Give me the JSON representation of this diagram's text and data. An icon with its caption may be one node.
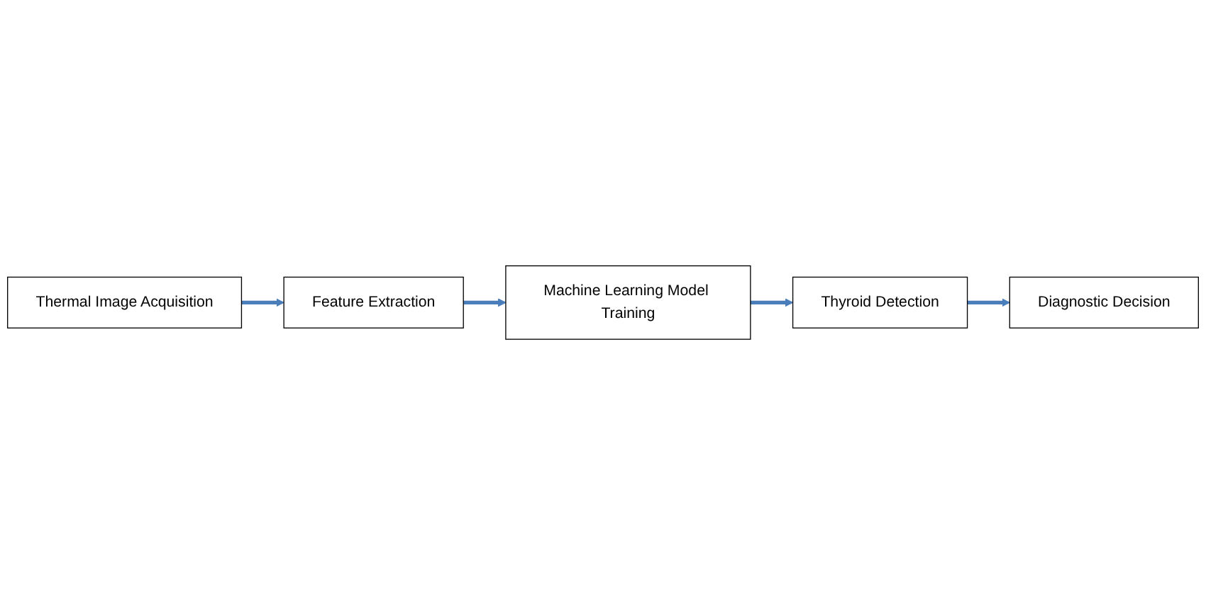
{
  "diagram": {
    "nodes": [
      {
        "text": [
          "Thermal Image Acquisition"
        ]
      },
      {
        "text": [
          "Feature Extraction"
        ]
      },
      {
        "text": [
          "Machine Learning Model Training"
        ]
      },
      {
        "text": [
          "Thyroid Detection"
        ]
      },
      {
        "text": [
          "Diagnostic Decision"
        ]
      }
    ],
    "edges": [
      {
        "from": 0,
        "to": 1,
        "arrow": "to"
      },
      {
        "from": 1,
        "to": 2,
        "arrow": "to"
      },
      {
        "from": 2,
        "to": 3,
        "arrow": "to"
      },
      {
        "from": 3,
        "to": 4,
        "arrow": "to"
      }
    ]
  }
}
